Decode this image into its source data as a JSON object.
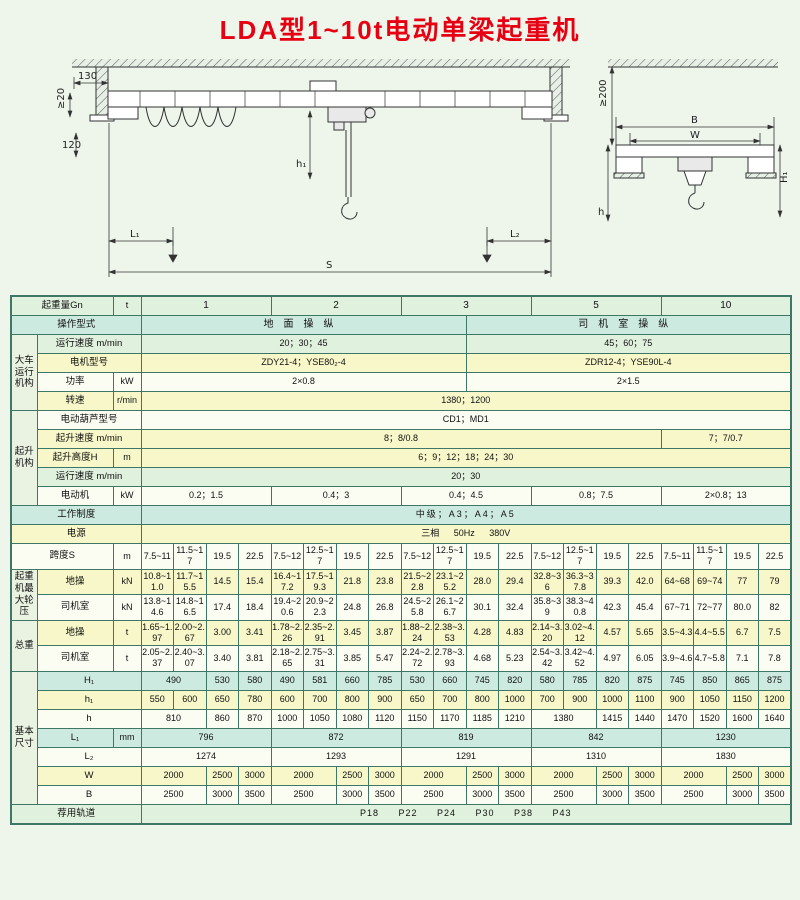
{
  "title": "LDA型1~10t电动单梁起重机",
  "drawing": {
    "s": "S",
    "l1": "L₁",
    "l2": "L₂",
    "h1": "h₁",
    "hh1": "H₁",
    "h": "h",
    "b": "B",
    "w": "W",
    "d130": "130",
    "d120": "120",
    "d20": "≥20",
    "d200": "≥200"
  },
  "labels": {
    "capacity": "起重量Gn",
    "capacity_unit": "t",
    "op": "操作型式",
    "travel_group": "大车运行机构",
    "travel_speed": "运行速度 m/min",
    "travel_motor": "电机型号",
    "travel_power": "功率",
    "travel_power_unit": "kW",
    "travel_rpm": "转速",
    "travel_rpm_unit": "r/min",
    "hoist_group": "起升机构",
    "hoist_model": "电动葫芦型号",
    "hoist_speed": "起升速度 m/min",
    "hoist_height": "起升高度H",
    "hoist_height_unit": "m",
    "hoist_travel": "运行速度 m/min",
    "hoist_motor": "电动机",
    "hoist_motor_unit": "kW",
    "duty": "工作制度",
    "power": "电源",
    "span": "跨度S",
    "span_unit": "m",
    "wheel_group": "起重机最大轮压",
    "wheel_ground": "地操",
    "wheel_ground_unit": "kN",
    "wheel_cab": "司机室",
    "wheel_cab_unit": "kN",
    "weight_group": "总重",
    "weight_ground": "地操",
    "weight_ground_unit": "t",
    "weight_cab": "司机室",
    "weight_cab_unit": "t",
    "dims_group": "基本尺寸",
    "H1": "H₁",
    "h1": "h₁",
    "h": "h",
    "L1": "L₁",
    "L1_unit": "mm",
    "L2": "L₂",
    "W": "W",
    "B": "B",
    "rail": "荐用轨道"
  },
  "cells": {
    "capacity": [
      {
        "v": "1",
        "c": 4
      },
      {
        "v": "2",
        "c": 4
      },
      {
        "v": "3",
        "c": 4
      },
      {
        "v": "5",
        "c": 4
      },
      {
        "v": "10",
        "c": 4
      }
    ],
    "op": [
      {
        "v": "地面操纵",
        "c": 10
      },
      {
        "v": "司机室操纵",
        "c": 10
      }
    ],
    "travel_speed": [
      {
        "v": "20；30；45",
        "c": 10
      },
      {
        "v": "45；60；75",
        "c": 10
      }
    ],
    "travel_motor": [
      {
        "v": "ZDY21-4；YSE80₂-4",
        "c": 10
      },
      {
        "v": "ZDR12-4；YSE90L-4",
        "c": 10
      }
    ],
    "travel_power": [
      {
        "v": "2×0.8",
        "c": 10
      },
      {
        "v": "2×1.5",
        "c": 10
      }
    ],
    "travel_rpm": [
      {
        "v": "1380；1200",
        "c": 20
      }
    ],
    "hoist_model": [
      {
        "v": "CD1；MD1",
        "c": 20
      }
    ],
    "hoist_speed": [
      {
        "v": "8；8/0.8",
        "c": 16
      },
      {
        "v": "7；7/0.7",
        "c": 4
      }
    ],
    "hoist_height": [
      {
        "v": "6；9；12；18；24；30",
        "c": 20
      }
    ],
    "hoist_travel": [
      {
        "v": "20；30",
        "c": 20
      }
    ],
    "hoist_motor": [
      {
        "v": "0.2；1.5",
        "c": 4
      },
      {
        "v": "0.4；3",
        "c": 4
      },
      {
        "v": "0.4；4.5",
        "c": 4
      },
      {
        "v": "0.8；7.5",
        "c": 4
      },
      {
        "v": "2×0.8；13",
        "c": 4
      }
    ],
    "duty": [
      {
        "v": "中级；A3；A4；A5",
        "c": 20
      }
    ],
    "power": [
      {
        "v": "三相 50Hz 380V",
        "c": 20
      }
    ],
    "span": [
      "7.5~11",
      "11.5~17",
      "19.5",
      "22.5",
      "7.5~12",
      "12.5~17",
      "19.5",
      "22.5",
      "7.5~12",
      "12.5~17",
      "19.5",
      "22.5",
      "7.5~12",
      "12.5~17",
      "19.5",
      "22.5",
      "7.5~11",
      "11.5~17",
      "19.5",
      "22.5"
    ],
    "wheel_ground": [
      "10.8~11.0",
      "11.7~15.5",
      "14.5",
      "15.4",
      "16.4~17.2",
      "17.5~19.3",
      "21.8",
      "23.8",
      "21.5~22.8",
      "23.1~25.2",
      "28.0",
      "29.4",
      "32.8~36",
      "36.3~37.8",
      "39.3",
      "42.0",
      "64~68",
      "69~74",
      "77",
      "79"
    ],
    "wheel_cab": [
      "13.8~14.6",
      "14.8~16.5",
      "17.4",
      "18.4",
      "19.4~20.6",
      "20.9~22.3",
      "24.8",
      "26.8",
      "24.5~25.8",
      "26.1~26.7",
      "30.1",
      "32.4",
      "35.8~39",
      "38.3~40.8",
      "42.3",
      "45.4",
      "67~71",
      "72~77",
      "80.0",
      "82"
    ],
    "weight_ground": [
      "1.65~1.97",
      "2.00~2.67",
      "3.00",
      "3.41",
      "1.78~2.26",
      "2.35~2.91",
      "3.45",
      "3.87",
      "1.88~2.24",
      "2.38~3.53",
      "4.28",
      "4.83",
      "2.14~3.20",
      "3.02~4.12",
      "4.57",
      "5.65",
      "3.5~4.3",
      "4.4~5.5",
      "6.7",
      "7.5"
    ],
    "weight_cab": [
      "2.05~2.37",
      "2.40~3.07",
      "3.40",
      "3.81",
      "2.18~2.65",
      "2.75~3.31",
      "3.85",
      "5.47",
      "2.24~2.72",
      "2.78~3.93",
      "4.68",
      "5.23",
      "2.54~3.42",
      "3.42~4.52",
      "4.97",
      "6.05",
      "3.9~4.6",
      "4.7~5.8",
      "7.1",
      "7.8"
    ],
    "H1": [
      {
        "v": "490",
        "c": 2
      },
      "530",
      "580",
      "490",
      "581",
      "660",
      "785",
      "530",
      "660",
      "745",
      "820",
      "580",
      "785",
      "820",
      "875",
      "745",
      "850",
      "865",
      "875"
    ],
    "h1": [
      "550",
      "600",
      "650",
      "780",
      "600",
      "700",
      "800",
      "900",
      "650",
      "700",
      "800",
      "1000",
      "700",
      "900",
      "1000",
      "1100",
      "900",
      "1050",
      "1150",
      "1200"
    ],
    "h": [
      {
        "v": "810",
        "c": 2
      },
      "860",
      "870",
      "1000",
      "1050",
      "1080",
      "1120",
      "1150",
      "1170",
      "1185",
      "1210",
      {
        "v": "1380",
        "c": 2
      },
      "1415",
      "1440",
      "1470",
      "1520",
      "1600",
      "1640"
    ],
    "L1": [
      {
        "v": "796",
        "c": 4
      },
      {
        "v": "872",
        "c": 4
      },
      {
        "v": "819",
        "c": 4
      },
      {
        "v": "842",
        "c": 4
      },
      {
        "v": "1230",
        "c": 4
      }
    ],
    "L2": [
      {
        "v": "1274",
        "c": 4
      },
      {
        "v": "1293",
        "c": 4
      },
      {
        "v": "1291",
        "c": 4
      },
      {
        "v": "1310",
        "c": 4
      },
      {
        "v": "1830",
        "c": 4
      }
    ],
    "W": [
      {
        "v": "2000",
        "c": 2
      },
      "2500",
      "3000",
      {
        "v": "2000",
        "c": 2
      },
      "2500",
      "3000",
      {
        "v": "2000",
        "c": 2
      },
      "2500",
      "3000",
      {
        "v": "2000",
        "c": 2
      },
      "2500",
      "3000",
      {
        "v": "2000",
        "c": 2
      },
      "2500",
      "3000"
    ],
    "B": [
      {
        "v": "2500",
        "c": 2
      },
      "3000",
      "3500",
      {
        "v": "2500",
        "c": 2
      },
      "3000",
      "3500",
      {
        "v": "2500",
        "c": 2
      },
      "3000",
      "3500",
      {
        "v": "2500",
        "c": 2
      },
      "3000",
      "3500",
      {
        "v": "2500",
        "c": 2
      },
      "3000",
      "3500"
    ],
    "rail": [
      {
        "v": "P18 P22 P24 P30 P38 P43",
        "c": 20
      }
    ]
  }
}
